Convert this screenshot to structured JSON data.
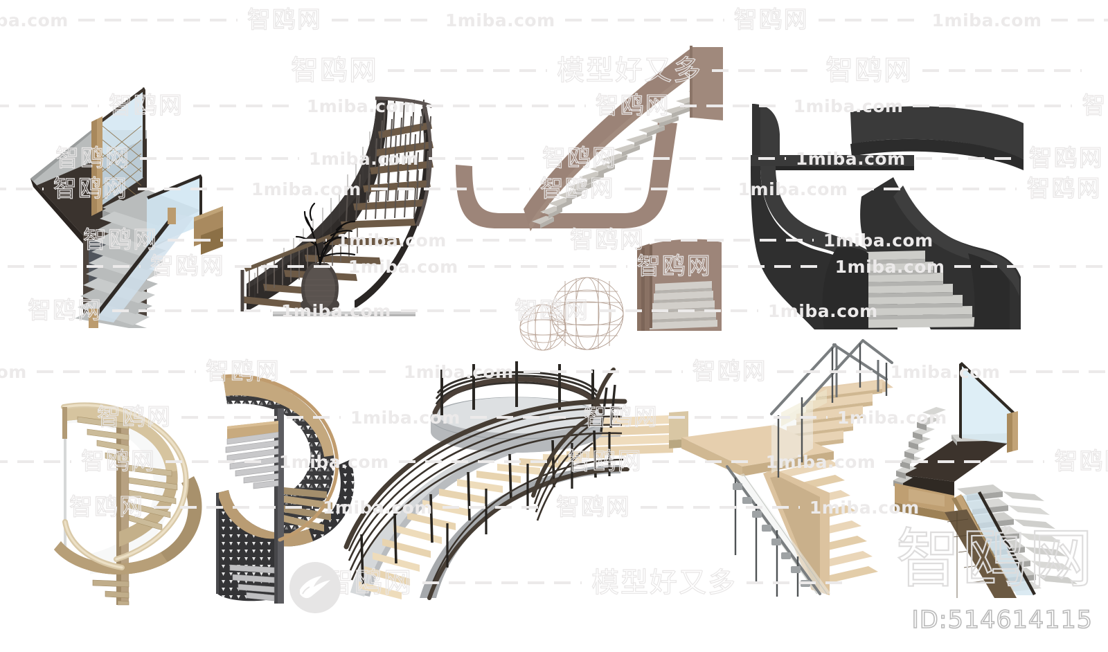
{
  "watermark": {
    "latin": "1miba.com",
    "cn_site": "智鸥网",
    "cn_slogan": "模型好又多",
    "dash": "------",
    "color": "#eceaea",
    "logo_icon": "bird-logo"
  },
  "footer": {
    "model_id": "ID:514614115",
    "id_color": "#b9b9b9"
  },
  "gallery": {
    "background": "#ffffff",
    "rows": 2,
    "columns": 5,
    "total_models": 9,
    "models": [
      {
        "index": 1,
        "name": "stone-glass-stair",
        "row": 1,
        "description": "Straight stone-tread stair with glass balustrade, dark wood soffit and tan timber posts",
        "colors": {
          "tread": "#c8cbcb",
          "soffit": "#3a332e",
          "post": "#bb9b6e",
          "glass": "#d2e6f2"
        }
      },
      {
        "index": 2,
        "name": "dark-curved-stair",
        "row": 1,
        "description": "Dark curved stair with vertical baluster railing, wood treads, vase with dry branches",
        "colors": {
          "stringer": "#2f2b29",
          "tread": "#6d5a46",
          "vase": "#4a4441",
          "branch": "#100f0f"
        }
      },
      {
        "index": 3,
        "name": "taupe-curved-stair",
        "row": 1,
        "description": "Sculptural taupe ribbon stair with white stone treads and wireframe sphere decor",
        "colors": {
          "ribbon": "#9b8377",
          "tread": "#ccc9c3",
          "sphere": "#b09a8c"
        }
      },
      {
        "index": 4,
        "name": "black-sculptural-stair",
        "row": 1,
        "description": "Black sculptural S-curve stair with light stone treads",
        "colors": {
          "body": "#2f2f2f",
          "ribbon": "#3a3a3a",
          "tread": "#cdcdc9"
        }
      },
      {
        "index": 5,
        "name": "tan-spiral-stair",
        "row": 2,
        "description": "Tan helical spiral stair with glass balustrade and central column",
        "colors": {
          "band": "#c4b08a",
          "handrail": "#d9c9a8",
          "column": "#b7a181",
          "glass": "#f0f2f2"
        }
      },
      {
        "index": 6,
        "name": "perforated-spiral-stair",
        "row": 2,
        "description": "Spiral stair with dark perforated metal balustrade, wood handrail and treads",
        "colors": {
          "perforated": "#3b3b3d",
          "handrail": "#c09c6e",
          "tread_wood": "#b59e78",
          "tread_metal": "#c8c8ca"
        }
      },
      {
        "index": 7,
        "name": "curved-wood-landing-stair",
        "row": 2,
        "description": "Large curved stair with light wood treads, gray stringer, dark horizontal rod railing and round landing platform",
        "colors": {
          "tread": "#eedcbb",
          "stringer": "#cfd2d4",
          "railing": "#3a332c",
          "landing": "#dde0e2"
        }
      },
      {
        "index": 8,
        "name": "wood-glass-ustair",
        "row": 2,
        "description": "Light wood U-shaped stair with glass panels and brushed metal handrails",
        "colors": {
          "tread": "#e8d3b4",
          "handrail": "#7a7e80",
          "glass": "#eef0ee",
          "clamp": "#9ea2a4"
        }
      },
      {
        "index": 9,
        "name": "stone-glass-stair-right",
        "row": 2,
        "description": "Switchback stone-tread stair with glass balustrade, tan timber trim and dark brick wall",
        "colors": {
          "tread": "#cfcfcc",
          "timber": "#c2a377",
          "glass": "#d7eaf4",
          "wall": "#6b5942"
        }
      }
    ]
  }
}
